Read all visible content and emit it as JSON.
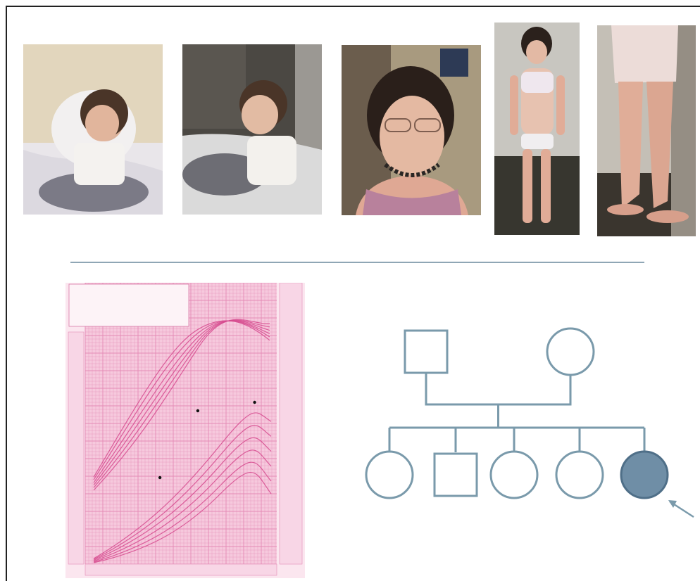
{
  "photos": [
    {
      "name": "toddler-photo-front"
    },
    {
      "name": "toddler-photo-side"
    },
    {
      "name": "child-portrait-glasses"
    },
    {
      "name": "child-full-body-standing"
    },
    {
      "name": "legs-close-up"
    }
  ],
  "pedigree": {
    "generation1": [
      {
        "sex": "male",
        "affected": false
      },
      {
        "sex": "female",
        "affected": false
      }
    ],
    "generation2": [
      {
        "sex": "female",
        "affected": false
      },
      {
        "sex": "male",
        "affected": false
      },
      {
        "sex": "female",
        "affected": false
      },
      {
        "sex": "female",
        "affected": false
      },
      {
        "sex": "female",
        "affected": true,
        "proband": true
      }
    ]
  },
  "colors": {
    "pedigree_stroke": "#7a9aab",
    "affected_fill": "#6f8ea6",
    "chart_background": "#f6c9dd",
    "chart_grid": "#e48ab5",
    "chart_curve": "#d64a8e"
  },
  "growth_chart": {
    "patient_points": [
      {
        "age": 7,
        "series": "weight"
      },
      {
        "age": 11,
        "series": "height"
      },
      {
        "age": 17,
        "series": "height"
      }
    ]
  }
}
